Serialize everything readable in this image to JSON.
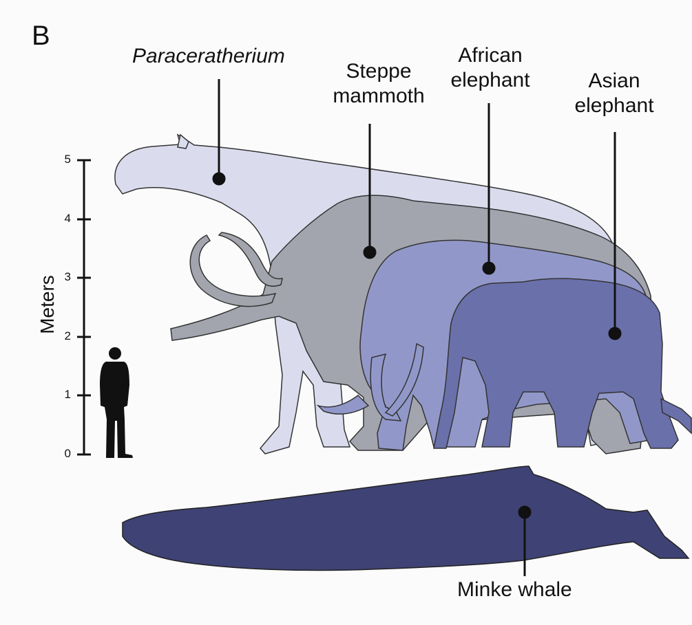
{
  "panel_label": "B",
  "axis": {
    "title": "Meters",
    "ticks": [
      "0",
      "1",
      "2",
      "3",
      "4",
      "5"
    ]
  },
  "labels": {
    "paraceratherium": "Paraceratherium",
    "steppe_mammoth_line1": "Steppe",
    "steppe_mammoth_line2": "mammoth",
    "african_elephant_line1": "African",
    "african_elephant_line2": "elephant",
    "asian_elephant_line1": "Asian",
    "asian_elephant_line2": "elephant",
    "minke_whale": "Minke whale"
  },
  "colors": {
    "paraceratherium": "#dadcee",
    "steppe_mammoth": "#a3a5ae",
    "african_elephant": "#9198c9",
    "asian_elephant": "#6a70aa",
    "minke_whale": "#3f4274",
    "human": "#111111"
  }
}
